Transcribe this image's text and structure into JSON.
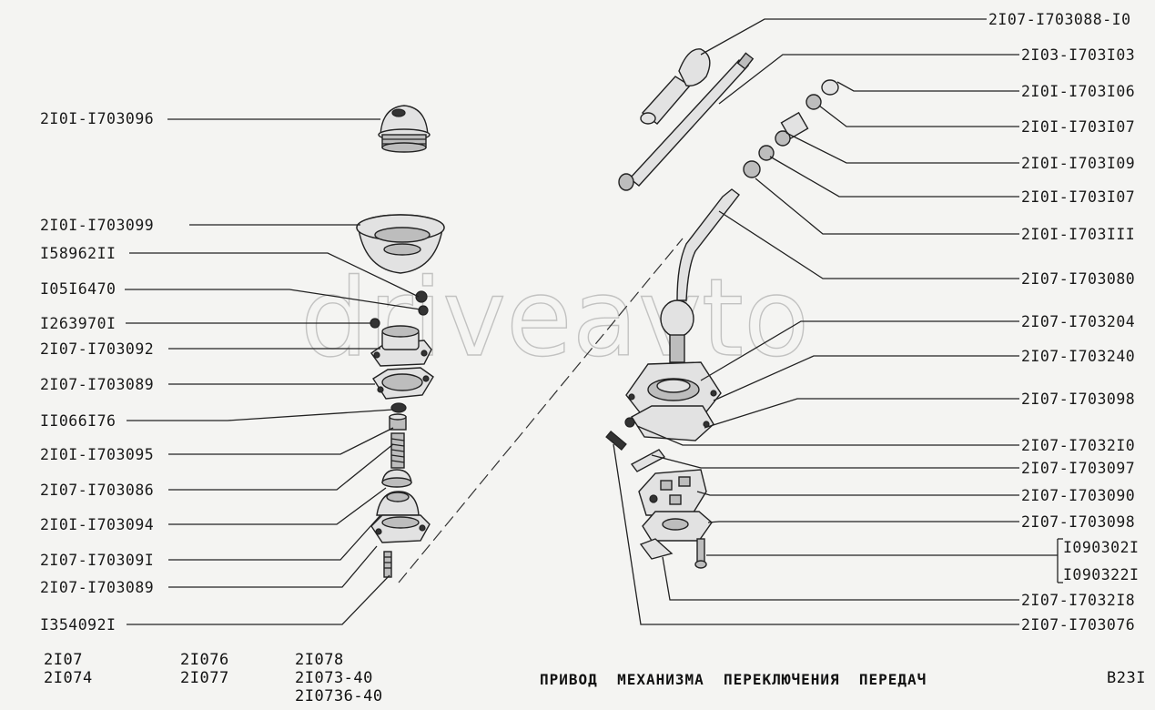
{
  "watermark": "driveavto",
  "labels_left": [
    "2I0I-I703096",
    "2I0I-I703099",
    "I58962II",
    "I05I6470",
    "I263970I",
    "2I07-I703092",
    "2I07-I703089",
    "II066I76",
    "2I0I-I703095",
    "2I07-I703086",
    "2I0I-I703094",
    "2I07-I70309I",
    "2I07-I703089",
    "I354092I"
  ],
  "labels_right": [
    "2I07-I703088-I0",
    "2I03-I703I03",
    "2I0I-I703I06",
    "2I0I-I703I07",
    "2I0I-I703I09",
    "2I0I-I703I07",
    "2I0I-I703III",
    "2I07-I703080",
    "2I07-I703204",
    "2I07-I703240",
    "2I07-I703098",
    "2I07-I7032I0",
    "2I07-I703097",
    "2I07-I703090",
    "2I07-I703098",
    "I090302I",
    "I090322I",
    "2I07-I7032I8",
    "2I07-I703076"
  ],
  "footer": {
    "models_col1": [
      "2I07",
      "2I074"
    ],
    "models_col2": [
      "2I076",
      "2I077"
    ],
    "models_col3": [
      "2I078",
      "2I073-40",
      "2I0736-40"
    ],
    "title": "ПРИВОД  МЕХАНИЗМА  ПЕРЕКЛЮЧЕНИЯ  ПЕРЕДАЧ",
    "sheet": "B23I"
  }
}
